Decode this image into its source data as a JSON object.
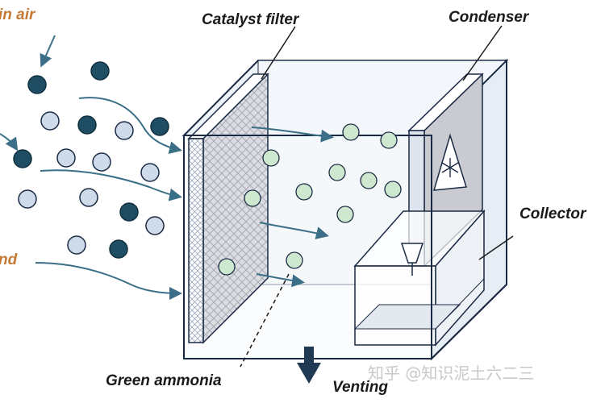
{
  "labels": {
    "in_air": "in air",
    "nd": "nd",
    "catalyst_filter": "Catalyst filter",
    "condenser": "Condenser",
    "collector": "Collector",
    "green_ammonia": "Green ammonia",
    "venting": "Venting"
  },
  "watermark": "知乎 @知识泥土六二三",
  "colors": {
    "dark_molecule": "#1f4d63",
    "light_molecule": "#cfdbe8",
    "ammonia_molecule": "#cde8cf",
    "arrow": "#3b6f87",
    "box_stroke": "#1a2a44",
    "label_orange": "#c47a35"
  },
  "icons": {
    "condenser_symbol": "snowflake-warning-icon",
    "venting_arrow": "down-arrow-icon"
  }
}
